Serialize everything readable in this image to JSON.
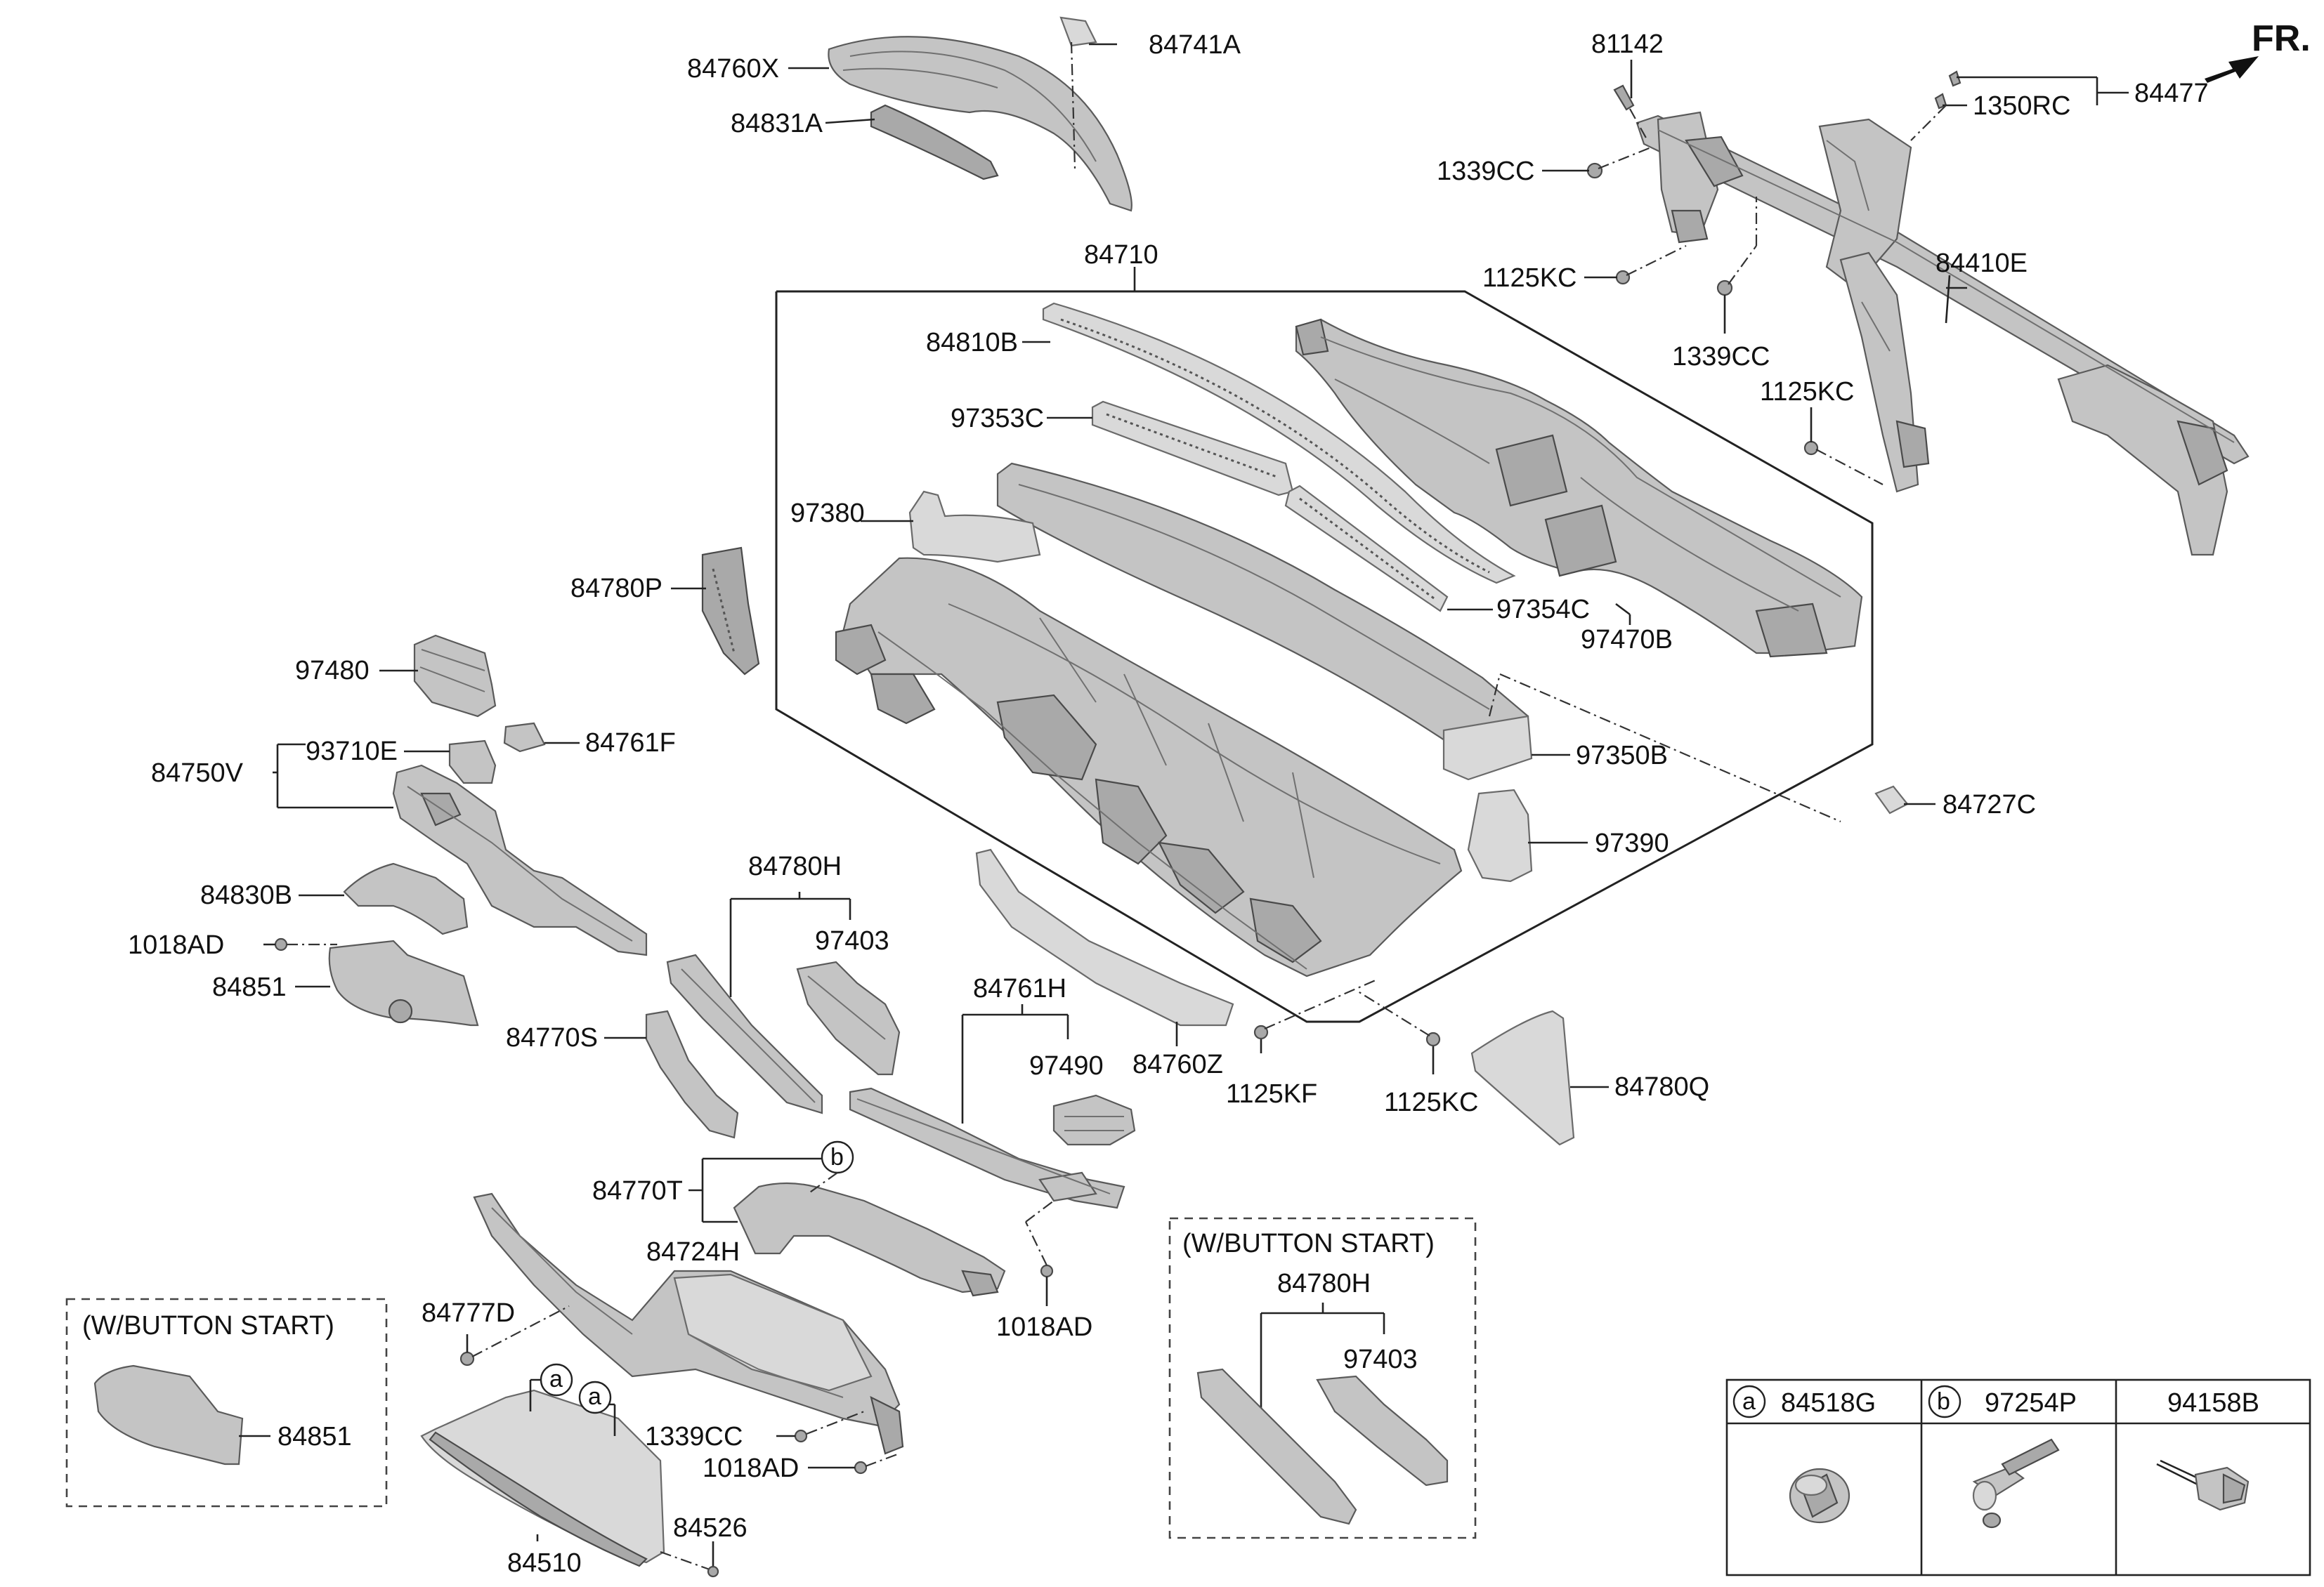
{
  "direction_label": "FR.",
  "callouts": {
    "p84760X": "84760X",
    "p84741A": "84741A",
    "p84831A": "84831A",
    "p84710": "84710",
    "p84810B": "84810B",
    "p97353C": "97353C",
    "p97380": "97380",
    "p84780P": "84780P",
    "p97354C": "97354C",
    "p97470B": "97470B",
    "p97480": "97480",
    "p93710E": "93710E",
    "p84761F": "84761F",
    "p84750V": "84750V",
    "p97350B": "97350B",
    "p84727C": "84727C",
    "p97390": "97390",
    "p84830B": "84830B",
    "p1018AD_a": "1018AD",
    "p84851_a": "84851",
    "p84780H_a": "84780H",
    "p97403_a": "97403",
    "p84761H": "84761H",
    "p84770S": "84770S",
    "p97490": "97490",
    "p84760Z": "84760Z",
    "p1125KF": "1125KF",
    "p1125KC_c": "1125KC",
    "p84780Q": "84780Q",
    "p84770T": "84770T",
    "p84724H": "84724H",
    "p84777D": "84777D",
    "p1018AD_b": "1018AD",
    "p1339CC_c": "1339CC",
    "p1018AD_c": "1018AD",
    "p84510": "84510",
    "p84526": "84526",
    "p84851_b": "84851",
    "p84780H_b": "84780H",
    "p97403_b": "97403",
    "p81142": "81142",
    "p84477": "84477",
    "p1350RC": "1350RC",
    "p1339CC_a": "1339CC",
    "p1125KC_a": "1125KC",
    "p84410E": "84410E",
    "p1339CC_b": "1339CC",
    "p1125KC_b": "1125KC"
  },
  "option_boxes": {
    "left_title": "(W/BUTTON START)",
    "right_title": "(W/BUTTON START)"
  },
  "markers": {
    "a": "a",
    "b": "b"
  },
  "legend_table": {
    "col1_marker": "a",
    "col1_part": "84518G",
    "col2_marker": "b",
    "col2_part": "97254P",
    "col3_part": "94158B"
  }
}
